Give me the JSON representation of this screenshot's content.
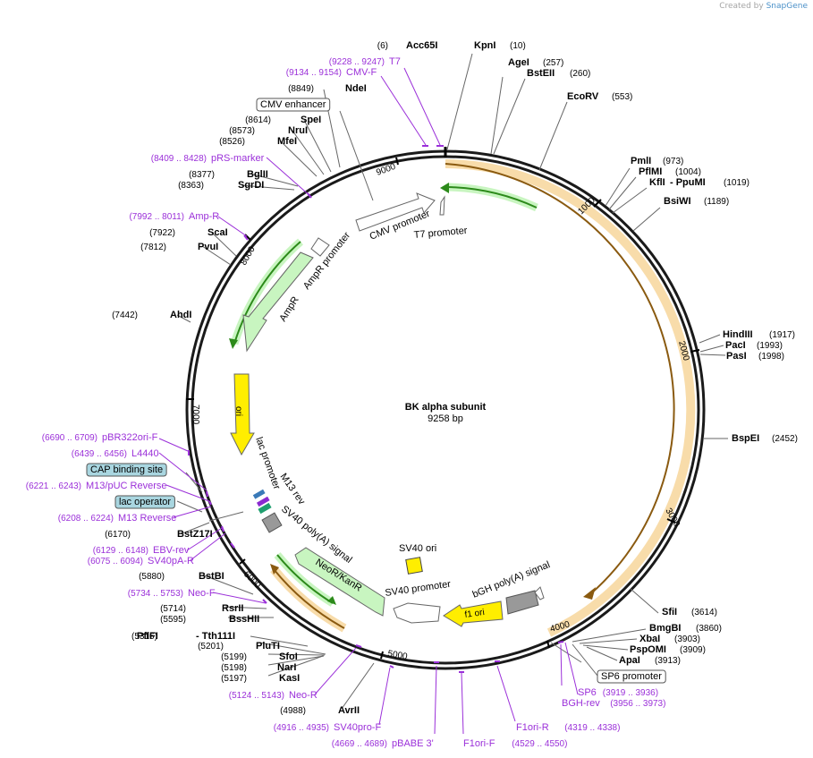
{
  "credit": {
    "prefix": "Created by",
    "brand": "SnapGene"
  },
  "plasmid": {
    "name": "BK alpha subunit",
    "size": "9258 bp",
    "length": 9258
  },
  "ruler": [
    "1000",
    "2000",
    "3000",
    "4000",
    "5000",
    "6000",
    "7000",
    "8000",
    "9000"
  ],
  "enzymes": [
    {
      "name": "Acc65I",
      "pos": "(6)"
    },
    {
      "name": "KpnI",
      "pos": "(10)"
    },
    {
      "name": "AgeI",
      "pos": "(257)"
    },
    {
      "name": "BstEII",
      "pos": "(260)"
    },
    {
      "name": "EcoRV",
      "pos": "(553)"
    },
    {
      "name": "PmlI",
      "pos": "(973)"
    },
    {
      "name": "PflMI",
      "pos": "(1004)"
    },
    {
      "name": "KflI",
      "pos": "- PpuMI",
      "pos2": "(1019)"
    },
    {
      "name": "BsiWI",
      "pos": "(1189)"
    },
    {
      "name": "HindIII",
      "pos": "(1917)"
    },
    {
      "name": "PacI",
      "pos": "(1993)"
    },
    {
      "name": "PasI",
      "pos": "(1998)"
    },
    {
      "name": "BspEI",
      "pos": "(2452)"
    },
    {
      "name": "SfiI",
      "pos": "(3614)"
    },
    {
      "name": "BmgBI",
      "pos": "(3860)"
    },
    {
      "name": "XbaI",
      "pos": "(3903)"
    },
    {
      "name": "PspOMI",
      "pos": "(3909)"
    },
    {
      "name": "ApaI",
      "pos": "(3913)"
    },
    {
      "name": "AvrII",
      "pos": "(4988)"
    },
    {
      "name": "KasI",
      "pos": "(5197)"
    },
    {
      "name": "NarI",
      "pos": "(5198)"
    },
    {
      "name": "SfoI",
      "pos": "(5199)"
    },
    {
      "name": "PluTI",
      "pos": "(5201)"
    },
    {
      "name": "PflFI",
      "pos": "- Tth111I",
      "pos2": "(5316)"
    },
    {
      "name": "BssHII",
      "pos": "(5595)"
    },
    {
      "name": "RsrII",
      "pos": "(5714)"
    },
    {
      "name": "BstBI",
      "pos": "(5880)"
    },
    {
      "name": "BstZ17I",
      "pos": "(6170)"
    },
    {
      "name": "AhdI",
      "pos": "(7442)"
    },
    {
      "name": "PvuI",
      "pos": "(7812)"
    },
    {
      "name": "ScaI",
      "pos": "(7922)"
    },
    {
      "name": "SgrDI",
      "pos": "(8363)"
    },
    {
      "name": "BglII",
      "pos": "(8377)"
    },
    {
      "name": "MfeI",
      "pos": "(8526)"
    },
    {
      "name": "NruI",
      "pos": "(8573)"
    },
    {
      "name": "SpeI",
      "pos": "(8614)"
    },
    {
      "name": "NdeI",
      "pos": "(8849)"
    }
  ],
  "primers": [
    {
      "name": "T7",
      "range": "(9228 .. 9247)"
    },
    {
      "name": "CMV-F",
      "range": "(9134 .. 9154)"
    },
    {
      "name": "pRS-marker",
      "range": "(8409 .. 8428)"
    },
    {
      "name": "Amp-R",
      "range": "(7992 .. 8011)"
    },
    {
      "name": "pBR322ori-F",
      "range": "(6690 .. 6709)"
    },
    {
      "name": "L4440",
      "range": "(6439 .. 6456)"
    },
    {
      "name": "M13/pUC Reverse",
      "range": "(6221 .. 6243)"
    },
    {
      "name": "M13 Reverse",
      "range": "(6208 .. 6224)"
    },
    {
      "name": "EBV-rev",
      "range": "(6129 .. 6148)"
    },
    {
      "name": "SV40pA-R",
      "range": "(6075 .. 6094)"
    },
    {
      "name": "Neo-F",
      "range": "(5734 .. 5753)"
    },
    {
      "name": "Neo-R",
      "range": "(5124 .. 5143)"
    },
    {
      "name": "SV40pro-F",
      "range": "(4916 .. 4935)"
    },
    {
      "name": "pBABE 3'",
      "range": "(4669 .. 4689)"
    },
    {
      "name": "F1ori-F",
      "range": "(4529 .. 4550)"
    },
    {
      "name": "F1ori-R",
      "range": "(4319 .. 4338)"
    },
    {
      "name": "SP6",
      "range": "(3919 .. 3936)"
    },
    {
      "name": "BGH-rev",
      "range": "(3956 .. 3973)"
    }
  ],
  "boxed_features": {
    "cmv_enhancer": "CMV enhancer",
    "cap_binding_site": "CAP binding site",
    "lac_operator": "lac operator",
    "sp6_promoter": "SP6 promoter"
  },
  "features": {
    "cmv_promoter": "CMV promoter",
    "t7_promoter": "T7 promoter",
    "ampr_promoter": "AmpR promoter",
    "ampr": "AmpR",
    "ori": "ori",
    "lac_promoter": "lac promoter",
    "m13_rev": "M13 rev",
    "sv40_polya": "SV40 poly(A) signal",
    "neor_kanr": "NeoR/KanR",
    "sv40_promoter": "SV40 promoter",
    "sv40_ori": "SV40 ori",
    "f1_ori": "f1 ori",
    "bgh_polya": "bGH poly(A) signal"
  },
  "colors": {
    "backbone": "#1a1a1a",
    "enzyme_text": "#000000",
    "primer": "#9b30d9",
    "green_feature": "#c8f5c0",
    "ori_yellow": "#ffee00",
    "orf_orange": "#f5c87a",
    "boxed_fill": "#a9d6e0"
  }
}
